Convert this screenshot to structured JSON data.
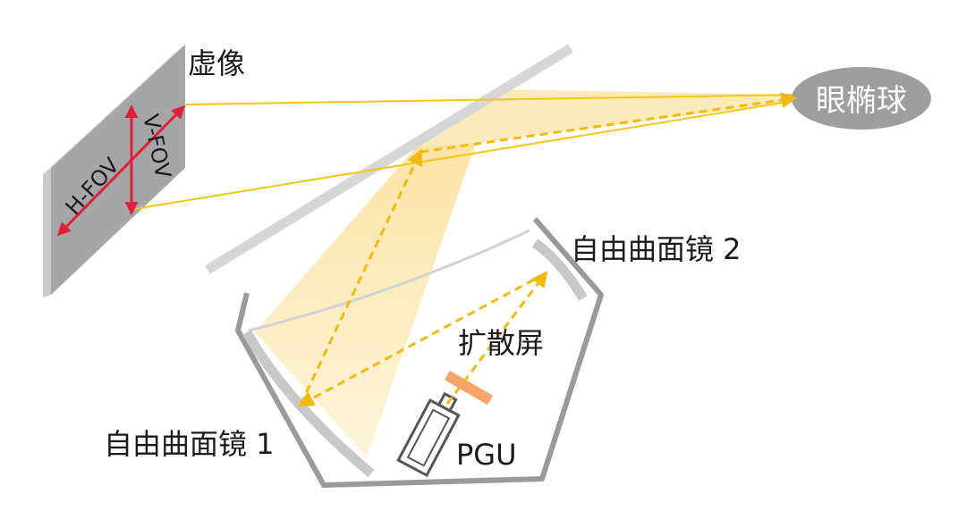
{
  "labels": {
    "virtual_image": "虚像",
    "eyebox": "眼椭球",
    "h_fov": "H-FOV",
    "v_fov": "V-FOV",
    "mirror_1": "自由曲面镜 1",
    "mirror_2": "自由曲面镜 2",
    "diffuser": "扩散屏",
    "pgu": "PGU"
  },
  "colors": {
    "beam_fill": "#fbe3a0",
    "beam_line": "#f5c518",
    "ray_dashed": "#f2b90f",
    "fov_arrow": "#e0203a",
    "virtual_image_panel": "#a6a6a6",
    "virtual_image_edge": "#cfcfcf",
    "windshield": "#d6d6d6",
    "housing": "#9a9a9a",
    "mirror": "#c8c8c8",
    "diffuser": "#f5a46a",
    "eyebox": "#9e9e9e"
  }
}
